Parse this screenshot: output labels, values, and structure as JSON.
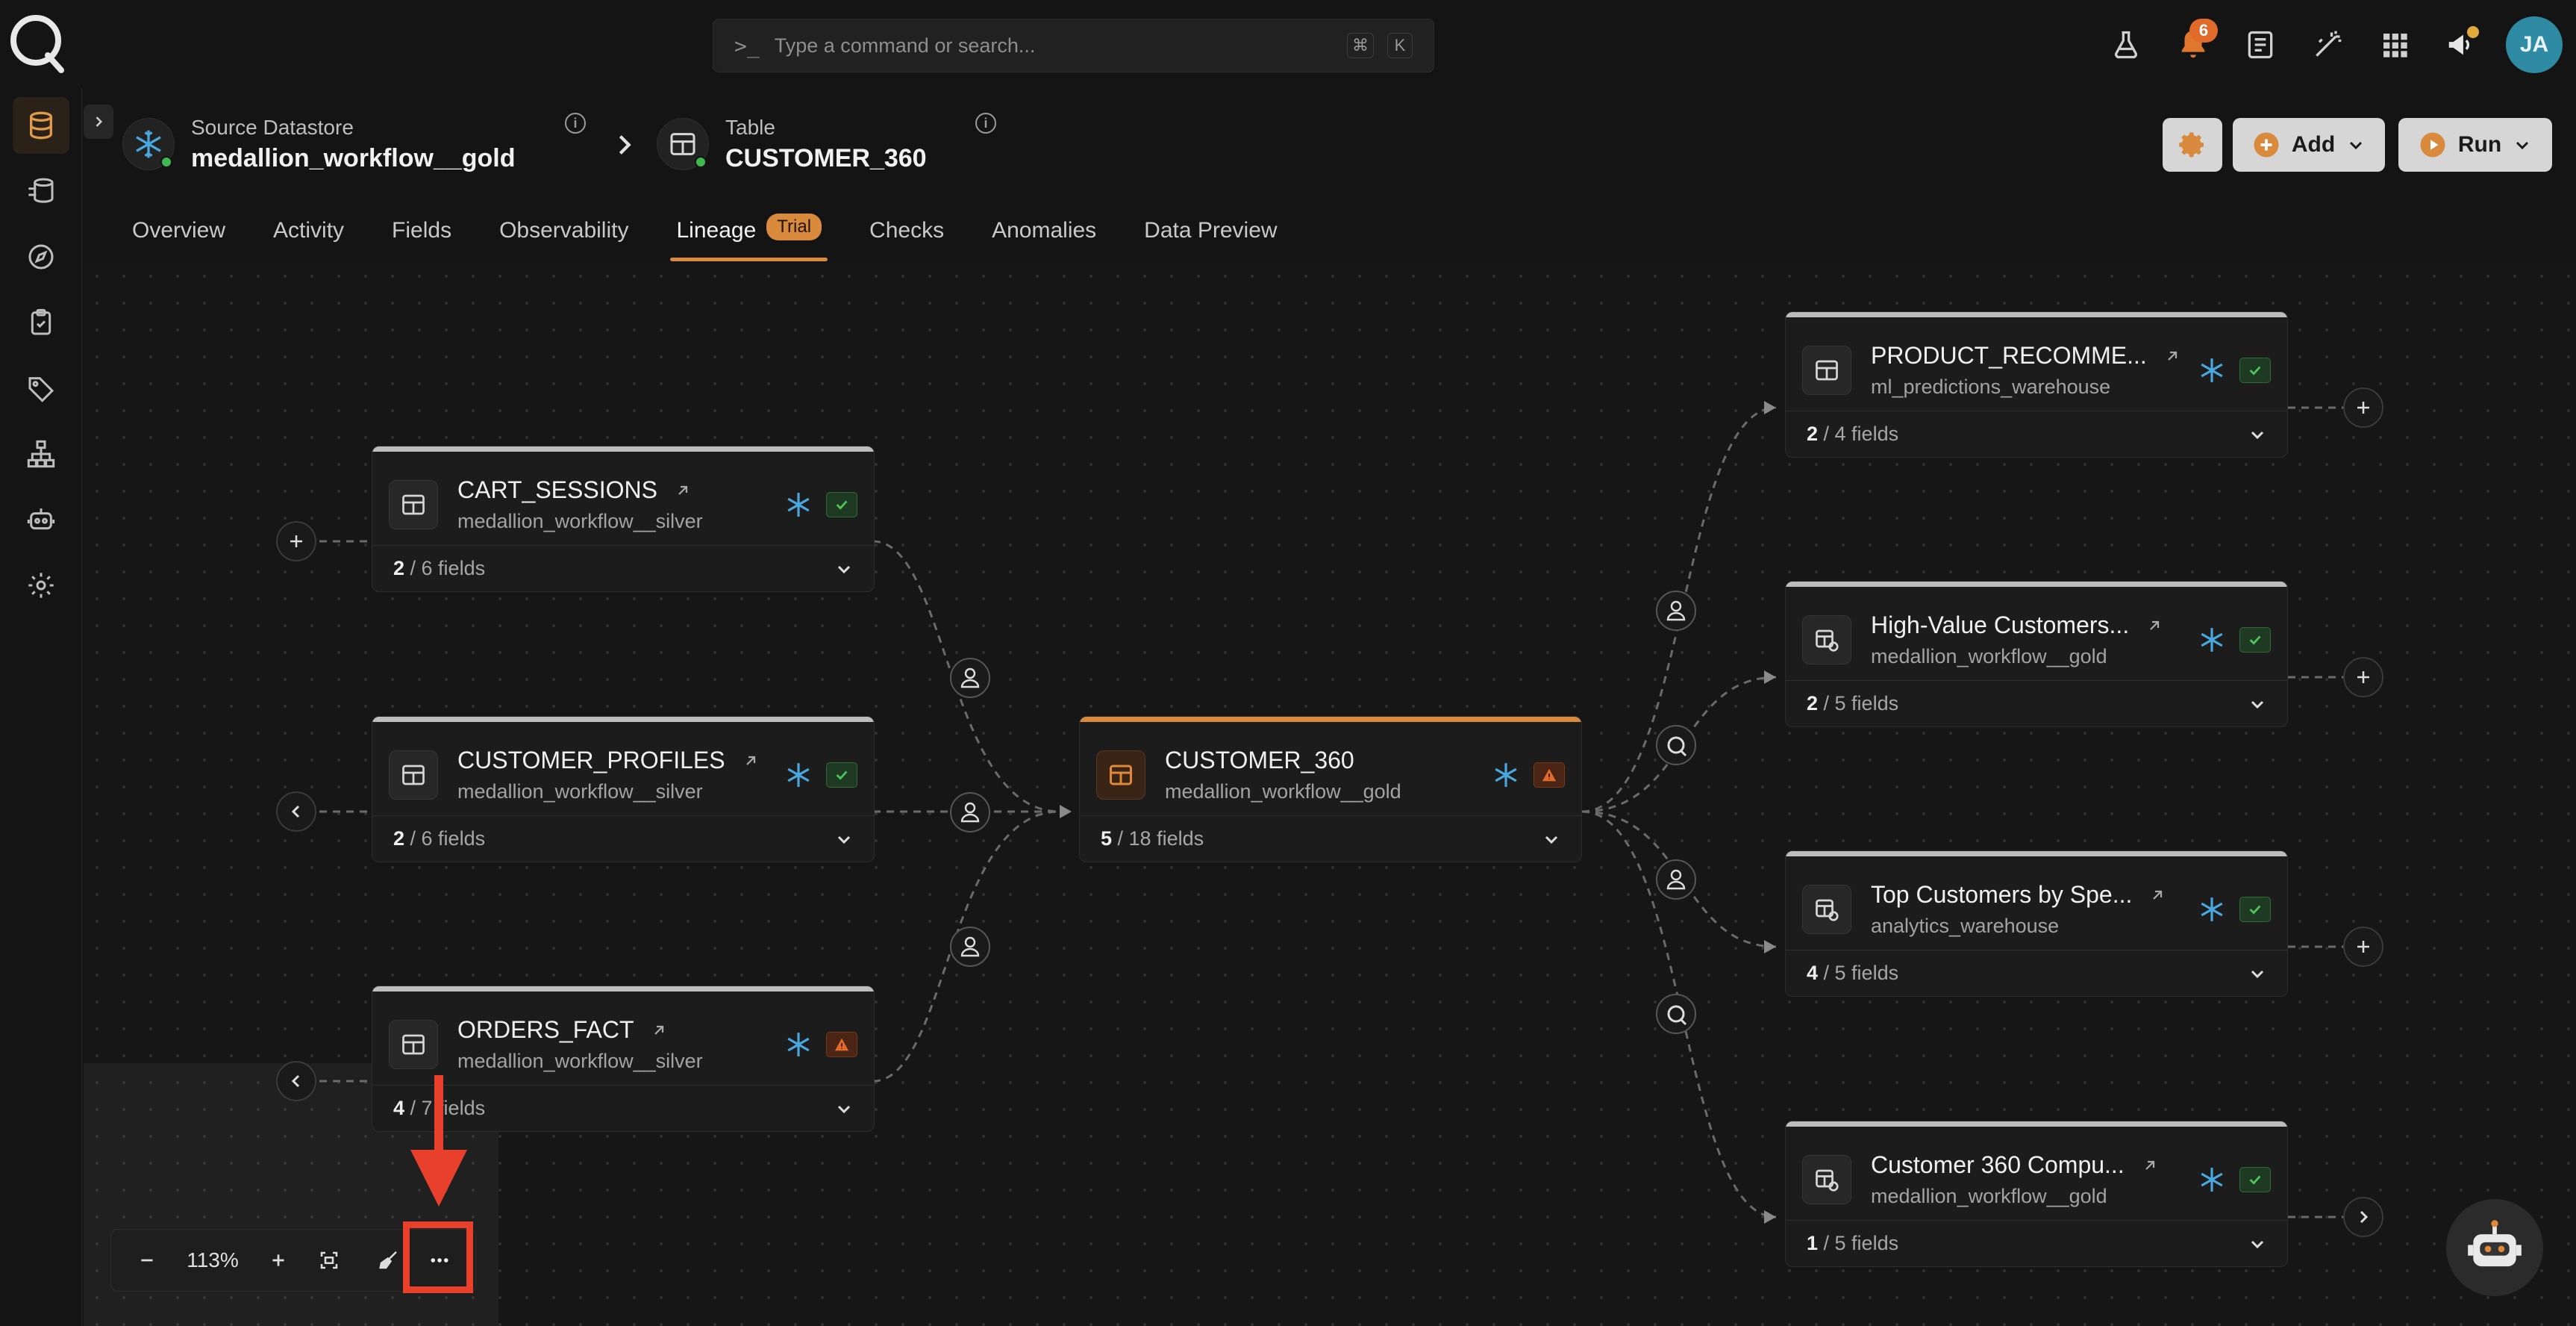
{
  "search": {
    "placeholder": "Type a command or search...",
    "prompt": ">_",
    "kbd_cmd": "⌘",
    "kbd_k": "K"
  },
  "notifications": {
    "count": "6"
  },
  "user": {
    "initials": "JA"
  },
  "breadcrumb": {
    "datastore_label": "Source Datastore",
    "datastore_name": "medallion_workflow__gold",
    "table_label": "Table",
    "table_name": "CUSTOMER_360"
  },
  "header": {
    "add_label": "Add",
    "run_label": "Run"
  },
  "tabs": [
    {
      "label": "Overview"
    },
    {
      "label": "Activity"
    },
    {
      "label": "Fields"
    },
    {
      "label": "Observability"
    },
    {
      "label": "Lineage",
      "badge": "Trial",
      "active": true
    },
    {
      "label": "Checks"
    },
    {
      "label": "Anomalies"
    },
    {
      "label": "Data Preview"
    }
  ],
  "nodes": {
    "cart_sessions": {
      "name": "CART_SESSIONS",
      "datastore": "medallion_workflow__silver",
      "fields_used": "2",
      "fields_total": " / 6 fields",
      "status": "ok"
    },
    "customer_profiles": {
      "name": "CUSTOMER_PROFILES",
      "datastore": "medallion_workflow__silver",
      "fields_used": "2",
      "fields_total": " / 6 fields",
      "status": "ok"
    },
    "orders_fact": {
      "name": "ORDERS_FACT",
      "datastore": "medallion_workflow__silver",
      "fields_used": "4",
      "fields_total": " / 7 fields",
      "status": "warning"
    },
    "customer_360": {
      "name": "CUSTOMER_360",
      "datastore": "medallion_workflow__gold",
      "fields_used": "5",
      "fields_total": " / 18 fields",
      "status": "warning"
    },
    "product_recomme": {
      "name": "PRODUCT_RECOMME...",
      "datastore": "ml_predictions_warehouse",
      "fields_used": "2",
      "fields_total": " / 4 fields",
      "status": "ok"
    },
    "high_value": {
      "name": "High-Value Customers...",
      "datastore": "medallion_workflow__gold",
      "fields_used": "2",
      "fields_total": " / 5 fields",
      "status": "ok"
    },
    "top_customers": {
      "name": "Top Customers by Spe...",
      "datastore": "analytics_warehouse",
      "fields_used": "4",
      "fields_total": " / 5 fields",
      "status": "ok"
    },
    "customer_360_compu": {
      "name": "Customer 360 Compu...",
      "datastore": "medallion_workflow__gold",
      "fields_used": "1",
      "fields_total": " / 5 fields",
      "status": "ok"
    }
  },
  "zoom": {
    "level": "113%"
  },
  "colors": {
    "accent": "#d98a3d",
    "highlight": "#e8402a",
    "snowflake": "#4aa8e0",
    "ok": "#3fb950",
    "warning": "#e06a2a"
  }
}
